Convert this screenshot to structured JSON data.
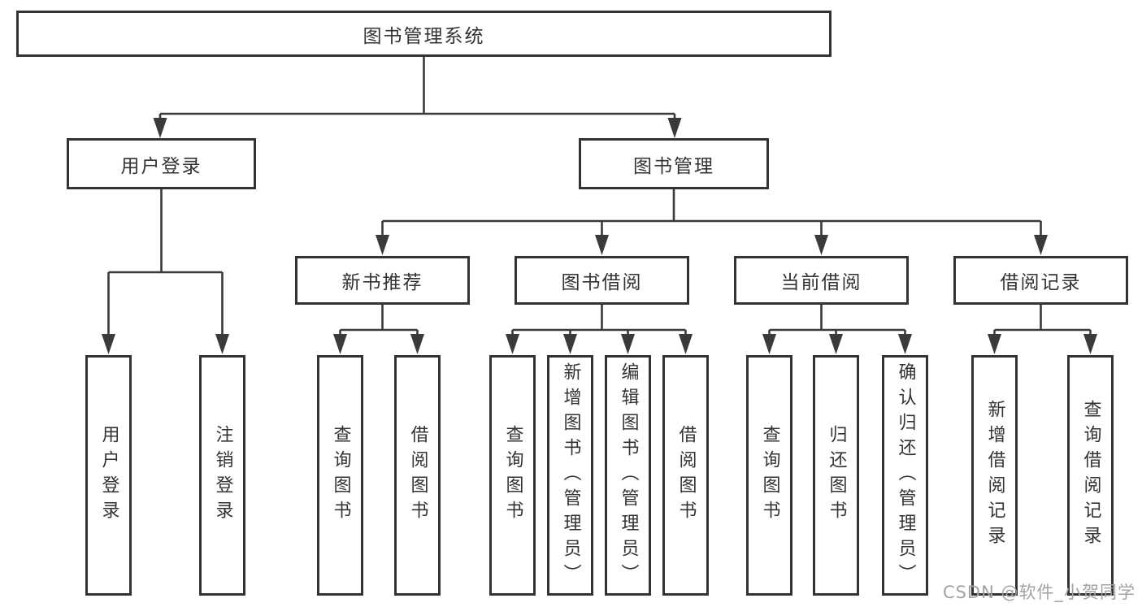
{
  "nodes": {
    "root": "图书管理系统",
    "user_login": "用户登录",
    "book_management": "图书管理",
    "new_book_recommend": "新书推荐",
    "book_borrow": "图书借阅",
    "current_borrow": "当前借阅",
    "borrow_record": "借阅记录",
    "ul_user_login": "用户登录",
    "ul_logout": "注销登录",
    "nr_query_book": "查询图书",
    "nr_borrow_book": "借阅图书",
    "bb_query_book": "查询图书",
    "bb_add_book": "新增图书（管理员）",
    "bb_edit_book": "编辑图书（管理员）",
    "bb_borrow_book": "借阅图书",
    "cb_query_book": "查询图书",
    "cb_return_book": "归还图书",
    "cb_confirm_return": "确认归还（管理员）",
    "br_add_record": "新增借阅记录",
    "br_query_record": "查询借阅记录"
  },
  "watermark": "CSDN @软件_小贺同学",
  "colors": {
    "line": "#3a3a3a",
    "border": "#333333",
    "text": "#333333",
    "watermark": "#a3a3a3",
    "background": "#ffffff"
  }
}
